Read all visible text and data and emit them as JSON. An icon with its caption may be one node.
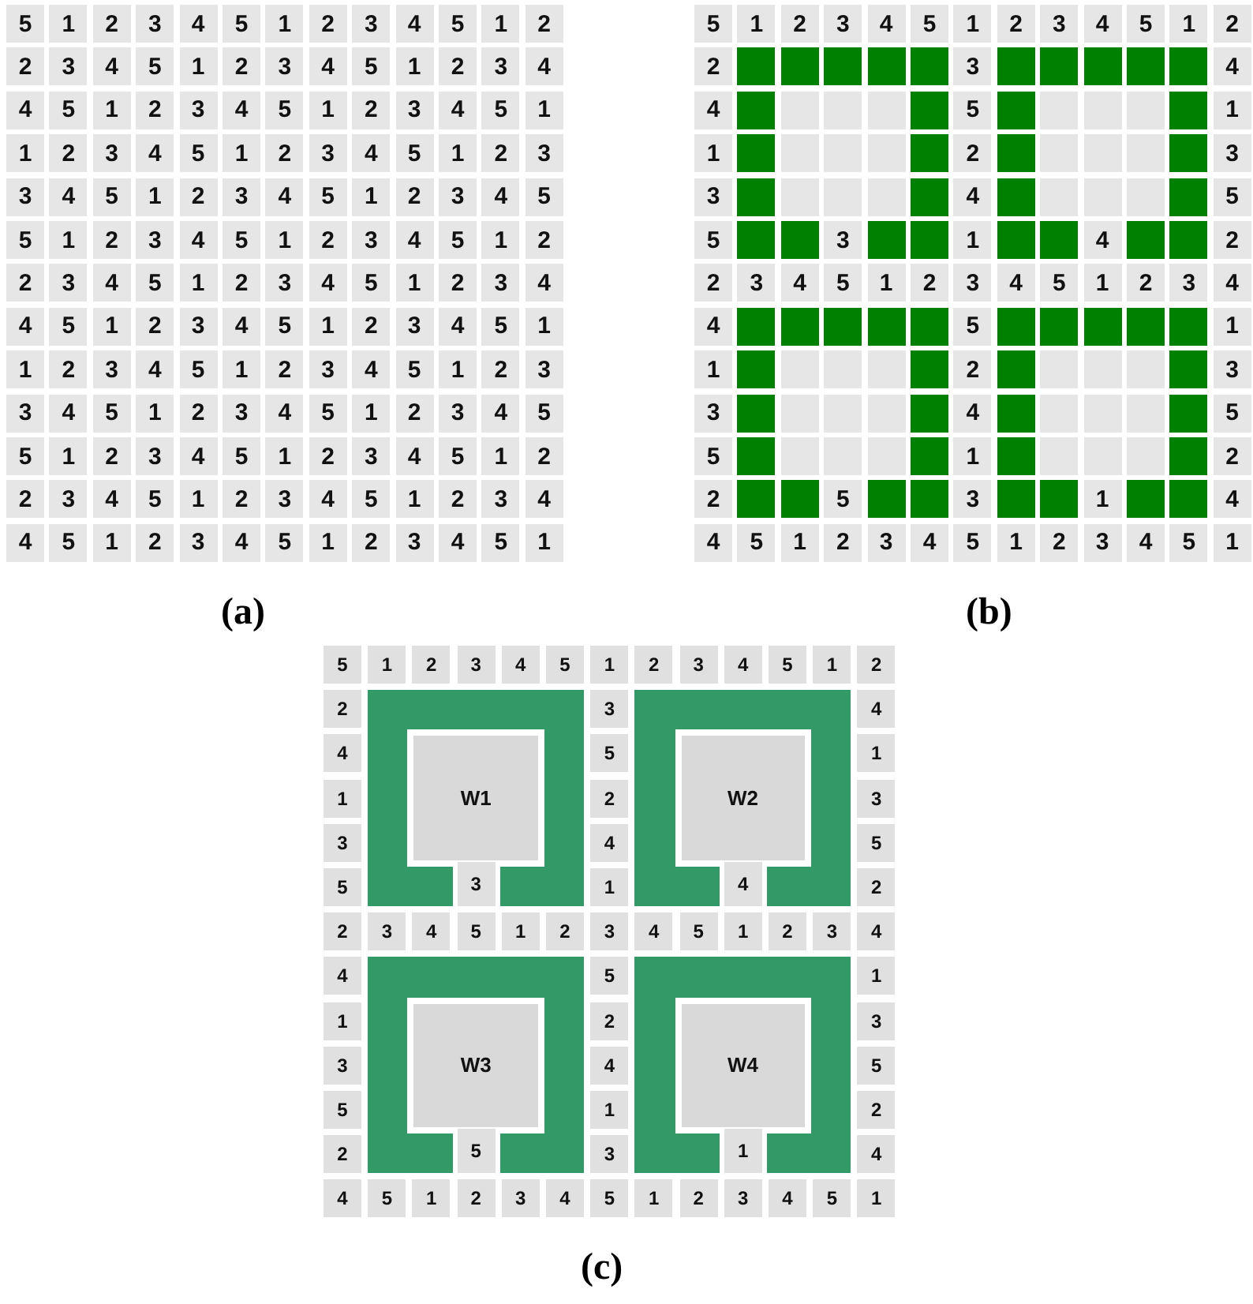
{
  "diagram": {
    "nodes": [
      {
        "text": [
          "W1"
        ]
      },
      {
        "text": [
          "W2"
        ]
      },
      {
        "text": [
          "W3"
        ]
      },
      {
        "text": [
          "W4"
        ]
      }
    ],
    "labels": [
      "5",
      "1",
      "2",
      "3",
      "4",
      "5",
      "1",
      "2",
      "3",
      "4",
      "5",
      "1",
      "2",
      "2",
      "3",
      "4",
      "5",
      "1",
      "2",
      "3",
      "4",
      "5",
      "1",
      "2",
      "3",
      "4",
      "4",
      "5",
      "1",
      "2",
      "3",
      "4",
      "5",
      "1",
      "2",
      "3",
      "4",
      "5",
      "1",
      "1",
      "2",
      "3",
      "4",
      "5",
      "1",
      "2",
      "3",
      "4",
      "5",
      "1",
      "2",
      "3",
      "3",
      "4",
      "5",
      "1",
      "2",
      "3",
      "4",
      "5",
      "1",
      "2",
      "3",
      "4",
      "5",
      "5",
      "1",
      "2",
      "3",
      "4",
      "5",
      "1",
      "2",
      "3",
      "4",
      "5",
      "1",
      "2",
      "2",
      "3",
      "4",
      "5",
      "1",
      "2",
      "3",
      "4",
      "5",
      "1",
      "2",
      "3",
      "4",
      "4",
      "5",
      "1",
      "2",
      "3",
      "4",
      "5",
      "1",
      "2",
      "3",
      "4",
      "5",
      "1",
      "1",
      "2",
      "3",
      "4",
      "5",
      "1",
      "2",
      "3",
      "4",
      "5",
      "1",
      "2",
      "3",
      "3",
      "4",
      "5",
      "1",
      "2",
      "3",
      "4",
      "5",
      "1",
      "2",
      "3",
      "4",
      "5",
      "5",
      "1",
      "2",
      "3",
      "4",
      "5",
      "1",
      "2",
      "3",
      "4",
      "5",
      "1",
      "2",
      "2",
      "3",
      "4",
      "5",
      "1",
      "2",
      "3",
      "4",
      "5",
      "1",
      "2",
      "3",
      "4",
      "4",
      "5",
      "1",
      "2",
      "3",
      "4",
      "5",
      "1",
      "2",
      "3",
      "4",
      "5",
      "1",
      "5",
      "1",
      "2",
      "3",
      "4",
      "5",
      "1",
      "2",
      "3",
      "4",
      "5",
      "1",
      "2",
      "2",
      "3",
      "4",
      "4",
      "5",
      "1",
      "1",
      "2",
      "3",
      "3",
      "4",
      "5",
      "5",
      "3",
      "1",
      "4",
      "2",
      "2",
      "3",
      "4",
      "5",
      "1",
      "2",
      "3",
      "4",
      "5",
      "1",
      "2",
      "3",
      "4",
      "4",
      "5",
      "1",
      "1",
      "2",
      "3",
      "3",
      "4",
      "5",
      "5",
      "1",
      "2",
      "2",
      "5",
      "3",
      "1",
      "4",
      "4",
      "5",
      "1",
      "2",
      "3",
      "4",
      "5",
      "1",
      "2",
      "3",
      "4",
      "5",
      "1",
      "(a)",
      "(b)",
      "5",
      "1",
      "2",
      "3",
      "4",
      "5",
      "1",
      "2",
      "3",
      "4",
      "5",
      "1",
      "2",
      "2",
      "3",
      "4",
      "4",
      "5",
      "1",
      "1",
      "2",
      "3",
      "3",
      "4",
      "5",
      "5",
      "3",
      "1",
      "4",
      "2",
      "2",
      "3",
      "4",
      "5",
      "1",
      "2",
      "3",
      "4",
      "5",
      "1",
      "2",
      "3",
      "4",
      "4",
      "5",
      "1",
      "1",
      "2",
      "3",
      "3",
      "4",
      "5",
      "5",
      "1",
      "2",
      "2",
      "5",
      "3",
      "1",
      "4",
      "4",
      "5",
      "1",
      "2",
      "3",
      "4",
      "5",
      "1",
      "2",
      "3",
      "4",
      "5",
      "1",
      "(c)"
    ]
  }
}
